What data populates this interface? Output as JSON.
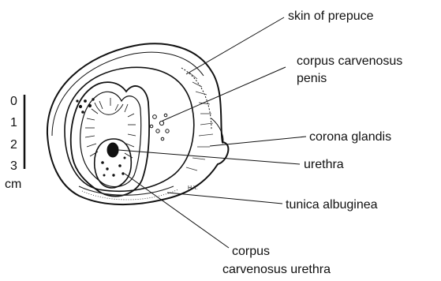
{
  "labels": {
    "skin_of_prepuce": "skin of prepuce",
    "corpus_cavernosus_penis_1": "corpus carvenosus",
    "corpus_cavernosus_penis_2": "penis",
    "corona_glandis": "corona glandis",
    "urethra": "urethra",
    "tunica_albuginea": "tunica albuginea",
    "corpus_cavernosus_urethra_1": "corpus",
    "corpus_cavernosus_urethra_2": "carvenosus urethra"
  },
  "scale_bar": {
    "ticks": [
      "0",
      "1",
      "2",
      "3"
    ],
    "unit": "cm"
  },
  "signature": "H.Y.",
  "colors": {
    "ink": "#111111",
    "background": "#ffffff"
  }
}
